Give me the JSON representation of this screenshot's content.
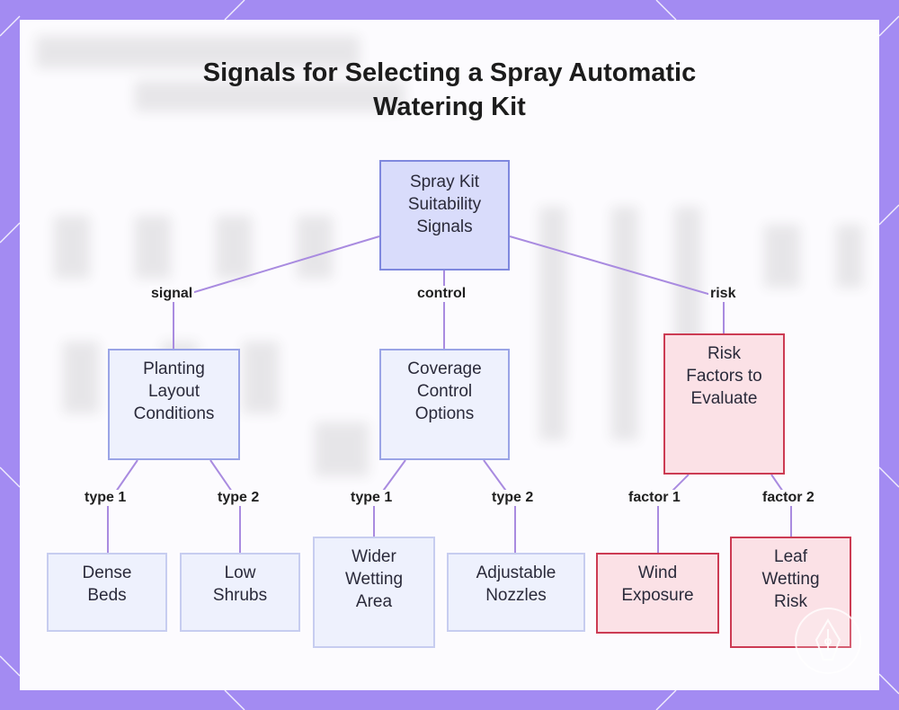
{
  "title": "Signals for Selecting a Spray Automatic Watering Kit",
  "colors": {
    "frame": "#a38bf2",
    "edge": "#a98be0",
    "root_fill": "#d9dcfb",
    "node_fill": "#eef1fd",
    "risk_fill": "#fbe1e6",
    "risk_border": "#cc3b53"
  },
  "nodes": {
    "root": "Spray Kit\nSuitability\nSignals",
    "planting": "Planting\nLayout\nConditions",
    "coverage": "Coverage\nControl\nOptions",
    "risk": "Risk\nFactors to\nEvaluate",
    "dense": "Dense\nBeds",
    "shrubs": "Low\nShrubs",
    "wider": "Wider\nWetting\nArea",
    "adjustable": "Adjustable\nNozzles",
    "wind": "Wind\nExposure",
    "leaf": "Leaf\nWetting\nRisk"
  },
  "edges": {
    "signal": "signal",
    "control": "control",
    "risk": "risk",
    "type1_a": "type 1",
    "type2_a": "type 2",
    "type1_b": "type 1",
    "type2_b": "type 2",
    "factor1": "factor 1",
    "factor2": "factor 2"
  },
  "logo_icon": "pen-nib-logo-icon"
}
